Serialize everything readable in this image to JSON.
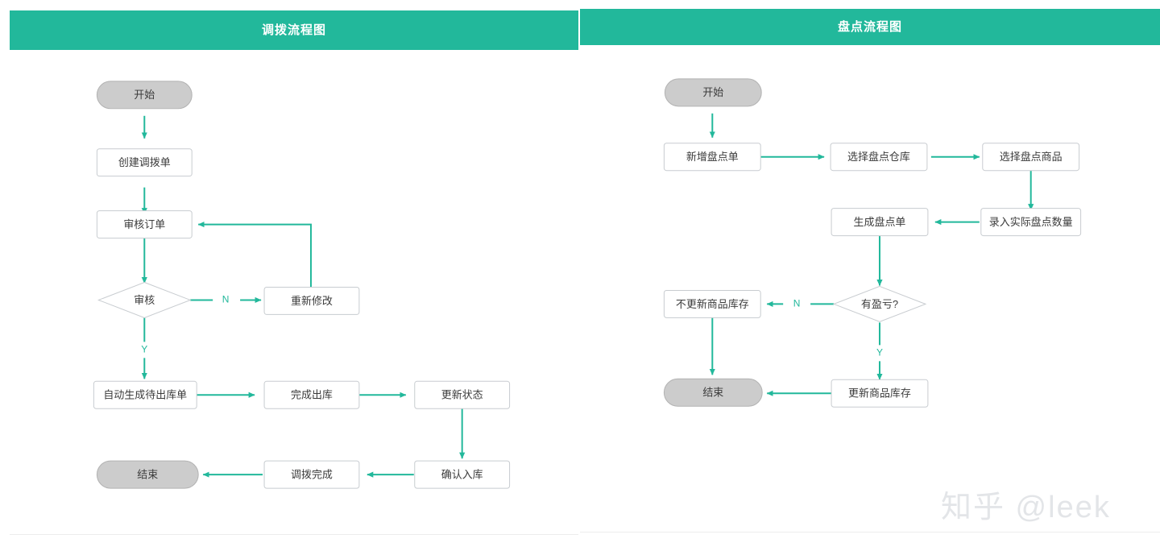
{
  "page": {
    "background": "#ffffff",
    "accent_color": "#22b89b",
    "node_fill": "#ffffff",
    "node_border": "#c8ccd0",
    "terminal_fill": "#cccccc",
    "text_color": "#3b3b3b"
  },
  "watermark": {
    "text": "知乎 @leek"
  },
  "panels": [
    {
      "id": "transfer",
      "title": "调拨流程图",
      "nodes": {
        "start": "开始",
        "create_order": "创建调拨单",
        "audit_order": "审核订单",
        "audit_decision": "审核",
        "rework": "重新修改",
        "auto_generate": "自动生成待出库单",
        "finish_out": "完成出库",
        "update_status": "更新状态",
        "confirm_in": "确认入库",
        "transfer_done": "调拨完成",
        "end": "结束"
      },
      "edge_labels": {
        "no": "N",
        "yes": "Y"
      }
    },
    {
      "id": "stocktake",
      "title": "盘点流程图",
      "nodes": {
        "start": "开始",
        "new_sheet": "新增盘点单",
        "select_warehouse": "选择盘点仓库",
        "select_goods": "选择盘点商品",
        "enter_qty": "录入实际盘点数量",
        "generate_sheet": "生成盘点单",
        "profit_loss_decision": "有盈亏?",
        "no_update_stock": "不更新商品库存",
        "update_stock": "更新商品库存",
        "end": "结束"
      },
      "edge_labels": {
        "no": "N",
        "yes": "Y"
      }
    }
  ],
  "chart_data": {
    "type": "diagram",
    "diagram_kind": "flowchart",
    "charts": [
      {
        "title": "调拨流程图",
        "nodes": [
          {
            "id": "start",
            "label": "开始",
            "shape": "terminal"
          },
          {
            "id": "create_order",
            "label": "创建调拨单",
            "shape": "process"
          },
          {
            "id": "audit_order",
            "label": "审核订单",
            "shape": "process"
          },
          {
            "id": "audit_decision",
            "label": "审核",
            "shape": "decision"
          },
          {
            "id": "rework",
            "label": "重新修改",
            "shape": "process"
          },
          {
            "id": "auto_generate",
            "label": "自动生成待出库单",
            "shape": "process"
          },
          {
            "id": "finish_out",
            "label": "完成出库",
            "shape": "process"
          },
          {
            "id": "update_status",
            "label": "更新状态",
            "shape": "process"
          },
          {
            "id": "confirm_in",
            "label": "确认入库",
            "shape": "process"
          },
          {
            "id": "transfer_done",
            "label": "调拨完成",
            "shape": "process"
          },
          {
            "id": "end",
            "label": "结束",
            "shape": "terminal"
          }
        ],
        "edges": [
          {
            "from": "start",
            "to": "create_order",
            "label": ""
          },
          {
            "from": "create_order",
            "to": "audit_order",
            "label": ""
          },
          {
            "from": "audit_order",
            "to": "audit_decision",
            "label": ""
          },
          {
            "from": "audit_decision",
            "to": "rework",
            "label": "N"
          },
          {
            "from": "rework",
            "to": "audit_order",
            "label": ""
          },
          {
            "from": "audit_decision",
            "to": "auto_generate",
            "label": "Y"
          },
          {
            "from": "auto_generate",
            "to": "finish_out",
            "label": ""
          },
          {
            "from": "finish_out",
            "to": "update_status",
            "label": ""
          },
          {
            "from": "update_status",
            "to": "confirm_in",
            "label": ""
          },
          {
            "from": "confirm_in",
            "to": "transfer_done",
            "label": ""
          },
          {
            "from": "transfer_done",
            "to": "end",
            "label": ""
          }
        ]
      },
      {
        "title": "盘点流程图",
        "nodes": [
          {
            "id": "start",
            "label": "开始",
            "shape": "terminal"
          },
          {
            "id": "new_sheet",
            "label": "新增盘点单",
            "shape": "process"
          },
          {
            "id": "select_warehouse",
            "label": "选择盘点仓库",
            "shape": "process"
          },
          {
            "id": "select_goods",
            "label": "选择盘点商品",
            "shape": "process"
          },
          {
            "id": "enter_qty",
            "label": "录入实际盘点数量",
            "shape": "process"
          },
          {
            "id": "generate_sheet",
            "label": "生成盘点单",
            "shape": "process"
          },
          {
            "id": "profit_loss_decision",
            "label": "有盈亏?",
            "shape": "decision"
          },
          {
            "id": "no_update_stock",
            "label": "不更新商品库存",
            "shape": "process"
          },
          {
            "id": "update_stock",
            "label": "更新商品库存",
            "shape": "process"
          },
          {
            "id": "end",
            "label": "结束",
            "shape": "terminal"
          }
        ],
        "edges": [
          {
            "from": "start",
            "to": "new_sheet",
            "label": ""
          },
          {
            "from": "new_sheet",
            "to": "select_warehouse",
            "label": ""
          },
          {
            "from": "select_warehouse",
            "to": "select_goods",
            "label": ""
          },
          {
            "from": "select_goods",
            "to": "enter_qty",
            "label": ""
          },
          {
            "from": "enter_qty",
            "to": "generate_sheet",
            "label": ""
          },
          {
            "from": "generate_sheet",
            "to": "profit_loss_decision",
            "label": ""
          },
          {
            "from": "profit_loss_decision",
            "to": "no_update_stock",
            "label": "N"
          },
          {
            "from": "profit_loss_decision",
            "to": "update_stock",
            "label": "Y"
          },
          {
            "from": "no_update_stock",
            "to": "end",
            "label": ""
          },
          {
            "from": "update_stock",
            "to": "end",
            "label": ""
          }
        ]
      }
    ]
  }
}
